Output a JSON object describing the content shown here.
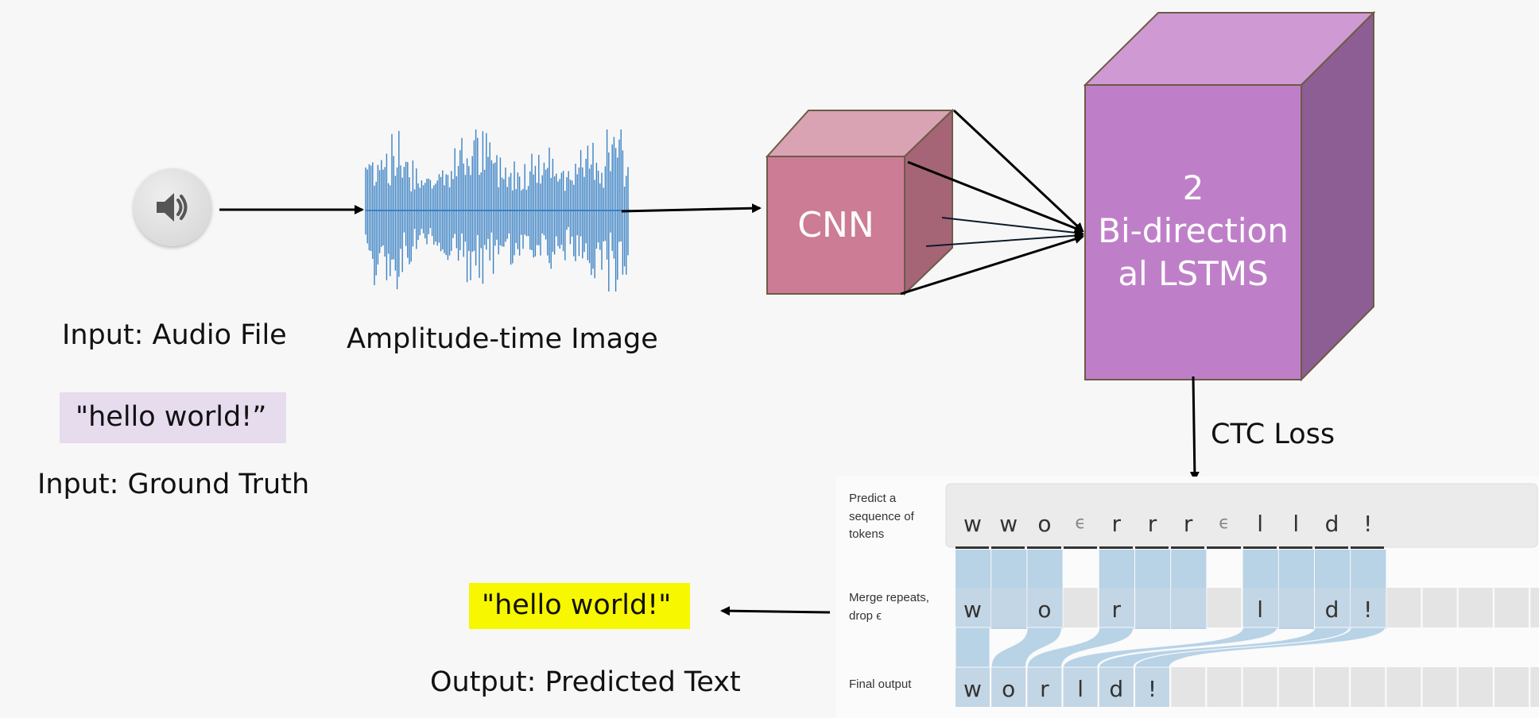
{
  "input_audio_label": "Input: Audio File",
  "waveform_label": "Amplitude-time Image",
  "cnn_label": "CNN",
  "lstm_label_lines": [
    "2",
    "Bi-direction",
    "al LSTMS"
  ],
  "ground_truth_text": "\"hello world!”",
  "ground_truth_label": "Input: Ground Truth",
  "ctc_loss_label": "CTC Loss",
  "predicted_text": "\"hello world!\"",
  "predicted_label": "Output: Predicted Text",
  "ctc": {
    "row_labels": {
      "predict": [
        "Predict a",
        "sequence of",
        "tokens"
      ],
      "merge": [
        "Merge repeats,",
        "drop ϵ"
      ],
      "final": "Final output"
    },
    "tokens": [
      "w",
      "w",
      "o",
      "ϵ",
      "r",
      "r",
      "r",
      "ϵ",
      "l",
      "l",
      "d",
      "!"
    ],
    "merged": [
      "w",
      "",
      "o",
      "",
      "r",
      "",
      "",
      "",
      "l",
      "",
      "d",
      "!"
    ],
    "final": [
      "w",
      "o",
      "r",
      "l",
      "d",
      "!"
    ]
  },
  "colors": {
    "cnn_front": "#cc7c95",
    "lstm_front": "#bf7fc8",
    "ground_truth_bg": "#e6dcee",
    "predicted_bg": "#f7f700",
    "waveform": "#3b82c4",
    "ctc_flow": "#b8d2e6"
  },
  "icons": [
    "speaker-icon"
  ]
}
